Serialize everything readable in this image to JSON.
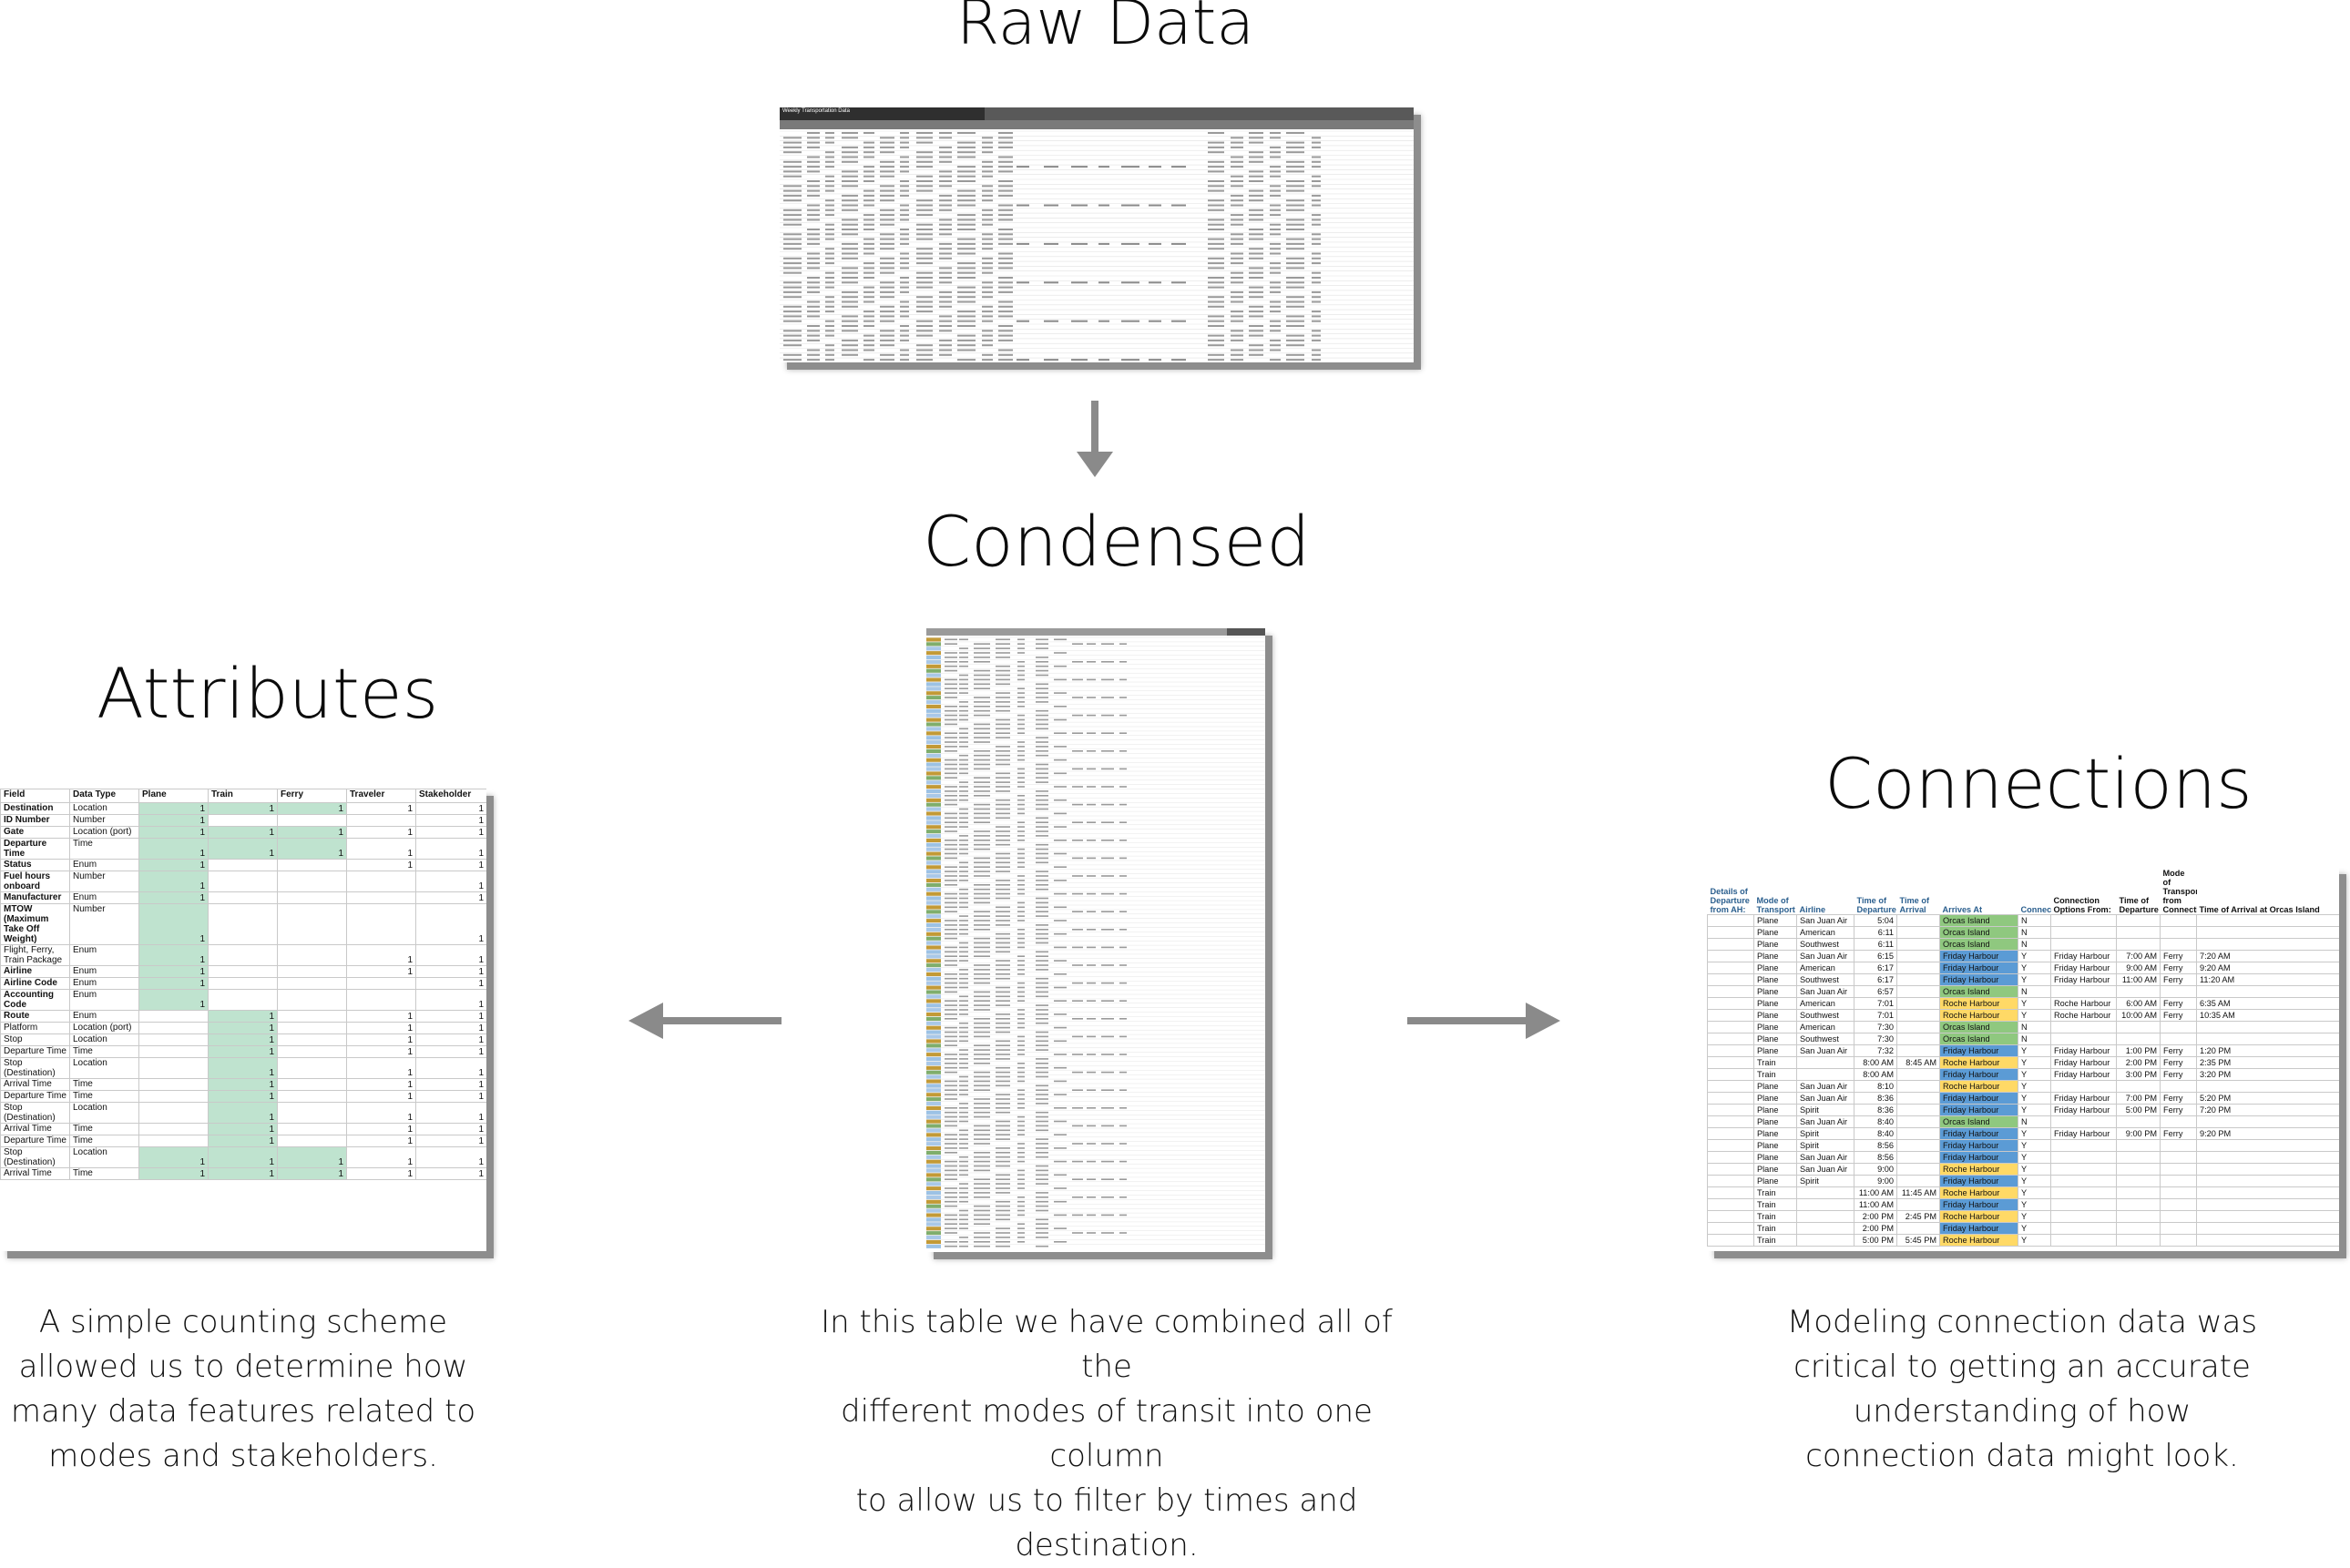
{
  "headings": {
    "raw": "Raw Data",
    "condensed": "Condensed",
    "attributes": "Attributes",
    "connections": "Connections"
  },
  "captions": {
    "attributes": [
      "A simple counting scheme",
      "allowed us to determine how",
      "many data features related to",
      "modes and stakeholders."
    ],
    "condensed": [
      "In this table we have combined all of the",
      "different modes of transit into one column",
      "to allow us to filter by times and",
      "destination."
    ],
    "connections": [
      "Modeling connection data was",
      "critical to getting an accurate",
      "understanding of how",
      "connection data might look."
    ]
  },
  "raw_sheet": {
    "title": "Weekly Transportation Data"
  },
  "attributes_table": {
    "headers": [
      "Field",
      "Data Type",
      "Plane",
      "Train",
      "Ferry",
      "Traveler",
      "Stakeholder"
    ],
    "rows": [
      {
        "field": "Destination",
        "type": "Location",
        "bold": true,
        "plane": "1",
        "train": "1",
        "ferry": "1",
        "traveler": "1",
        "stakeholder": "1"
      },
      {
        "field": "ID Number",
        "type": "Number",
        "bold": true,
        "plane": "1",
        "train": "",
        "ferry": "",
        "traveler": "",
        "stakeholder": "1"
      },
      {
        "field": "Gate",
        "type": "Location (port)",
        "bold": true,
        "plane": "1",
        "train": "1",
        "ferry": "1",
        "traveler": "1",
        "stakeholder": "1"
      },
      {
        "field": "Departure Time",
        "type": "Time",
        "bold": true,
        "plane": "1",
        "train": "1",
        "ferry": "1",
        "traveler": "1",
        "stakeholder": "1"
      },
      {
        "field": "Status",
        "type": "Enum",
        "bold": true,
        "plane": "1",
        "train": "",
        "ferry": "",
        "traveler": "1",
        "stakeholder": "1"
      },
      {
        "field": "Fuel hours onboard",
        "type": "Number",
        "bold": true,
        "plane": "1",
        "train": "",
        "ferry": "",
        "traveler": "",
        "stakeholder": "1"
      },
      {
        "field": "Manufacturer",
        "type": "Enum",
        "bold": true,
        "plane": "1",
        "train": "",
        "ferry": "",
        "traveler": "",
        "stakeholder": "1"
      },
      {
        "field": "MTOW (Maximum Take Off Weight)",
        "type": "Number",
        "bold": true,
        "plane": "1",
        "train": "",
        "ferry": "",
        "traveler": "",
        "stakeholder": "1"
      },
      {
        "field": "Flight, Ferry, Train Package",
        "type": "Enum",
        "bold": false,
        "plane": "1",
        "train": "",
        "ferry": "",
        "traveler": "1",
        "stakeholder": "1"
      },
      {
        "field": "Airline",
        "type": "Enum",
        "bold": true,
        "plane": "1",
        "train": "",
        "ferry": "",
        "traveler": "1",
        "stakeholder": "1"
      },
      {
        "field": "Airline Code",
        "type": "Enum",
        "bold": true,
        "plane": "1",
        "train": "",
        "ferry": "",
        "traveler": "",
        "stakeholder": "1"
      },
      {
        "field": "Accounting Code",
        "type": "Enum",
        "bold": true,
        "plane": "1",
        "train": "",
        "ferry": "",
        "traveler": "",
        "stakeholder": "1"
      },
      {
        "field": "Route",
        "type": "Enum",
        "bold": true,
        "plane": "",
        "train": "1",
        "ferry": "",
        "traveler": "1",
        "stakeholder": "1"
      },
      {
        "field": "Platform",
        "type": "Location (port)",
        "bold": false,
        "plane": "",
        "train": "1",
        "ferry": "",
        "traveler": "1",
        "stakeholder": "1"
      },
      {
        "field": "Stop",
        "type": "Location",
        "bold": false,
        "plane": "",
        "train": "1",
        "ferry": "",
        "traveler": "1",
        "stakeholder": "1"
      },
      {
        "field": "Departure Time",
        "type": "Time",
        "bold": false,
        "plane": "",
        "train": "1",
        "ferry": "",
        "traveler": "1",
        "stakeholder": "1"
      },
      {
        "field": "Stop (Destination)",
        "type": "Location",
        "bold": false,
        "plane": "",
        "train": "1",
        "ferry": "",
        "traveler": "1",
        "stakeholder": "1"
      },
      {
        "field": "Arrival Time",
        "type": "Time",
        "bold": false,
        "plane": "",
        "train": "1",
        "ferry": "",
        "traveler": "1",
        "stakeholder": "1"
      },
      {
        "field": "Departure Time",
        "type": "Time",
        "bold": false,
        "plane": "",
        "train": "1",
        "ferry": "",
        "traveler": "1",
        "stakeholder": "1"
      },
      {
        "field": "Stop (Destination)",
        "type": "Location",
        "bold": false,
        "plane": "",
        "train": "1",
        "ferry": "",
        "traveler": "1",
        "stakeholder": "1"
      },
      {
        "field": "Arrival Time",
        "type": "Time",
        "bold": false,
        "plane": "",
        "train": "1",
        "ferry": "",
        "traveler": "1",
        "stakeholder": "1"
      },
      {
        "field": "Departure Time",
        "type": "Time",
        "bold": false,
        "plane": "",
        "train": "1",
        "ferry": "",
        "traveler": "1",
        "stakeholder": "1"
      },
      {
        "field": "Stop (Destination)",
        "type": "Location",
        "bold": false,
        "plane": "1",
        "train": "1",
        "ferry": "1",
        "traveler": "1",
        "stakeholder": "1"
      },
      {
        "field": "Arrival Time",
        "type": "Time",
        "bold": false,
        "plane": "1",
        "train": "1",
        "ferry": "1",
        "traveler": "1",
        "stakeholder": "1"
      }
    ]
  },
  "connections_table": {
    "headers": [
      "Details of Departure from AH:",
      "Mode of Transport",
      "Airline",
      "Time of Departure",
      "Time of Arrival",
      "Arrives At",
      "Connection?",
      "Connection Options From:",
      "Time of Departure",
      "Mode of Transport from Connection",
      "Time of Arrival at Orcas Island"
    ],
    "rows": [
      [
        "",
        "Plane",
        "San Juan Air",
        "5:04",
        "",
        "Orcas Island",
        "N",
        "",
        "",
        "",
        ""
      ],
      [
        "",
        "Plane",
        "American",
        "6:11",
        "",
        "Orcas Island",
        "N",
        "",
        "",
        "",
        ""
      ],
      [
        "",
        "Plane",
        "Southwest",
        "6:11",
        "",
        "Orcas Island",
        "N",
        "",
        "",
        "",
        ""
      ],
      [
        "",
        "Plane",
        "San Juan Air",
        "6:15",
        "",
        "Friday Harbour",
        "Y",
        "Friday Harbour",
        "7:00 AM",
        "Ferry",
        "7:20 AM"
      ],
      [
        "",
        "Plane",
        "American",
        "6:17",
        "",
        "Friday Harbour",
        "Y",
        "Friday Harbour",
        "9:00 AM",
        "Ferry",
        "9:20 AM"
      ],
      [
        "",
        "Plane",
        "Southwest",
        "6:17",
        "",
        "Friday Harbour",
        "Y",
        "Friday Harbour",
        "11:00 AM",
        "Ferry",
        "11:20 AM"
      ],
      [
        "",
        "Plane",
        "San Juan Air",
        "6:57",
        "",
        "Orcas Island",
        "N",
        "",
        "",
        "",
        ""
      ],
      [
        "",
        "Plane",
        "American",
        "7:01",
        "",
        "Roche Harbour",
        "Y",
        "Roche Harbour",
        "6:00 AM",
        "Ferry",
        "6:35 AM"
      ],
      [
        "",
        "Plane",
        "Southwest",
        "7:01",
        "",
        "Roche Harbour",
        "Y",
        "Roche Harbour",
        "10:00 AM",
        "Ferry",
        "10:35 AM"
      ],
      [
        "",
        "Plane",
        "American",
        "7:30",
        "",
        "Orcas Island",
        "N",
        "",
        "",
        "",
        ""
      ],
      [
        "",
        "Plane",
        "Southwest",
        "7:30",
        "",
        "Orcas Island",
        "N",
        "",
        "",
        "",
        ""
      ],
      [
        "",
        "Plane",
        "San Juan Air",
        "7:32",
        "",
        "Friday Harbour",
        "Y",
        "Friday Harbour",
        "1:00 PM",
        "Ferry",
        "1:20 PM"
      ],
      [
        "",
        "Train",
        "",
        "8:00 AM",
        "8:45 AM",
        "Roche Harbour",
        "Y",
        "Friday Harbour",
        "2:00 PM",
        "Ferry",
        "2:35 PM"
      ],
      [
        "",
        "Train",
        "",
        "8:00 AM",
        "",
        "Friday Harbour",
        "Y",
        "Friday Harbour",
        "3:00 PM",
        "Ferry",
        "3:20 PM"
      ],
      [
        "",
        "Plane",
        "San Juan Air",
        "8:10",
        "",
        "Roche Harbour",
        "Y",
        "",
        "",
        "",
        ""
      ],
      [
        "",
        "Plane",
        "San Juan Air",
        "8:36",
        "",
        "Friday Harbour",
        "Y",
        "Friday Harbour",
        "7:00 PM",
        "Ferry",
        "5:20 PM"
      ],
      [
        "",
        "Plane",
        "Spirit",
        "8:36",
        "",
        "Friday Harbour",
        "Y",
        "Friday Harbour",
        "5:00 PM",
        "Ferry",
        "7:20 PM"
      ],
      [
        "",
        "Plane",
        "San Juan Air",
        "8:40",
        "",
        "Orcas Island",
        "N",
        "",
        "",
        "",
        ""
      ],
      [
        "",
        "Plane",
        "Spirit",
        "8:40",
        "",
        "Friday Harbour",
        "Y",
        "Friday Harbour",
        "9:00 PM",
        "Ferry",
        "9:20 PM"
      ],
      [
        "",
        "Plane",
        "Spirit",
        "8:56",
        "",
        "Friday Harbour",
        "Y",
        "",
        "",
        "",
        ""
      ],
      [
        "",
        "Plane",
        "San Juan Air",
        "8:56",
        "",
        "Friday Harbour",
        "Y",
        "",
        "",
        "",
        ""
      ],
      [
        "",
        "Plane",
        "San Juan Air",
        "9:00",
        "",
        "Roche Harbour",
        "Y",
        "",
        "",
        "",
        ""
      ],
      [
        "",
        "Plane",
        "Spirit",
        "9:00",
        "",
        "Friday Harbour",
        "Y",
        "",
        "",
        "",
        ""
      ],
      [
        "",
        "Train",
        "",
        "11:00 AM",
        "11:45 AM",
        "Roche Harbour",
        "Y",
        "",
        "",
        "",
        ""
      ],
      [
        "",
        "Train",
        "",
        "11:00 AM",
        "",
        "Friday Harbour",
        "Y",
        "",
        "",
        "",
        ""
      ],
      [
        "",
        "Train",
        "",
        "2:00 PM",
        "2:45 PM",
        "Roche Harbour",
        "Y",
        "",
        "",
        "",
        ""
      ],
      [
        "",
        "Train",
        "",
        "2:00 PM",
        "",
        "Friday Harbour",
        "Y",
        "",
        "",
        "",
        ""
      ],
      [
        "",
        "Train",
        "",
        "5:00 PM",
        "5:45 PM",
        "Roche Harbour",
        "Y",
        "",
        "",
        "",
        ""
      ]
    ]
  },
  "colors": {
    "green_highlight": "#bfe3cf",
    "orcas_island": "#8fc87f",
    "friday_harbour": "#5b9bd5",
    "roche_harbour": "#ffd966",
    "arrow": "#8a8a8a",
    "raw_header": "#595959"
  }
}
